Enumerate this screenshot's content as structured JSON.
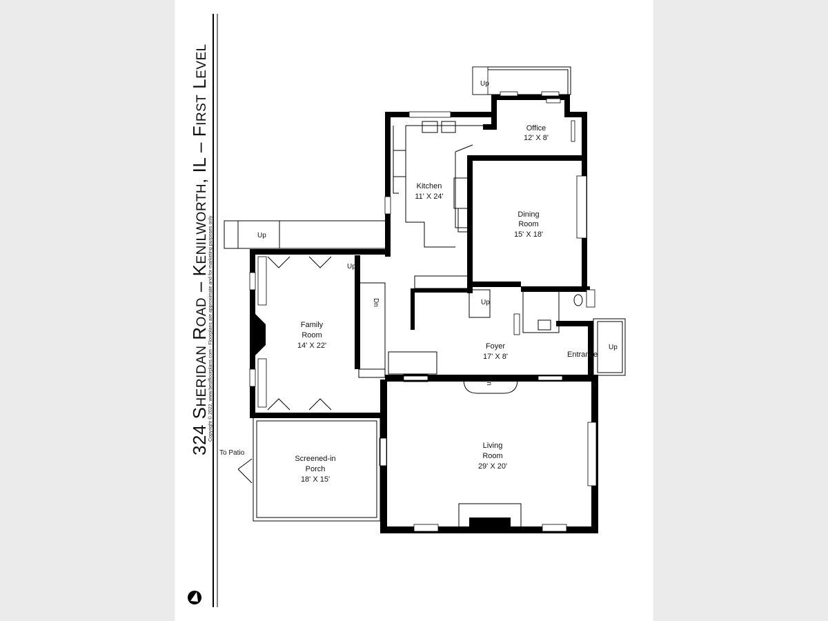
{
  "title": {
    "address": "324 S",
    "address_sc": "HERIDAN",
    "road": " R",
    "road_sc": "OAD",
    "sep1": " – K",
    "city_sc": "ENILWORTH",
    "state": ", IL – F",
    "level_sc1": "IRST",
    "level_l": " L",
    "level_sc2": "EVEL"
  },
  "copyright": "Copyright © 2022, www.bestfloorplans.com - Floorplans are approximate and for marketing purposes only",
  "rooms": {
    "office": {
      "name": "Office",
      "size": "12' X 8'"
    },
    "kitchen": {
      "name": "Kitchen",
      "size": "11' X 24'"
    },
    "dining_line1": "Dining",
    "dining_line2": "Room",
    "dining_size": "15' X 18'",
    "family_line1": "Family",
    "family_line2": "Room",
    "family_size": "14' X 22'",
    "foyer": {
      "name": "Foyer",
      "size": "17' X 8'"
    },
    "entrance": "Entrance",
    "living_line1": "Living",
    "living_line2": "Room",
    "living_size": "29' X 20'",
    "porch_line1": "Screened-in",
    "porch_line2": "Porch",
    "porch_size": "18' X 15'"
  },
  "labels": {
    "up": "Up",
    "dn": "Dn",
    "to_patio": "To Patio"
  },
  "icons": {
    "compass": "compass-icon"
  }
}
